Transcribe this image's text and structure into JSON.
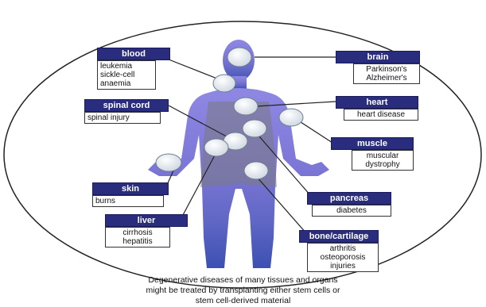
{
  "labels": [
    {
      "id": "blood",
      "title": "blood",
      "items": [
        "leukemia",
        "sickle-cell",
        "anaemia"
      ]
    },
    {
      "id": "brain",
      "title": "brain",
      "items": [
        "Parkinson's",
        "Alzheimer's"
      ]
    },
    {
      "id": "spinal-cord",
      "title": "spinal cord",
      "items": [
        "spinal injury"
      ]
    },
    {
      "id": "heart",
      "title": "heart",
      "items": [
        "heart disease"
      ]
    },
    {
      "id": "muscle",
      "title": "muscle",
      "items": [
        "muscular",
        "dystrophy"
      ]
    },
    {
      "id": "skin",
      "title": "skin",
      "items": [
        "burns"
      ]
    },
    {
      "id": "pancreas",
      "title": "pancreas",
      "items": [
        "diabetes"
      ]
    },
    {
      "id": "liver",
      "title": "liver",
      "items": [
        "cirrhosis",
        "hepatitis"
      ]
    },
    {
      "id": "bone-cartilage",
      "title": "bone/cartilage",
      "items": [
        "arthritis",
        "osteoporosis",
        "injuries"
      ]
    }
  ],
  "caption": [
    "Degenerative diseases of many tissues and organs",
    "might be treated by transplanting either stem cells or",
    "stem cell-derived material"
  ],
  "colors": {
    "header_bg": "#2a2c7e",
    "body_top": "#8c86e0",
    "body_bottom": "#3a4fb0",
    "marker": "#e6ecf2"
  }
}
